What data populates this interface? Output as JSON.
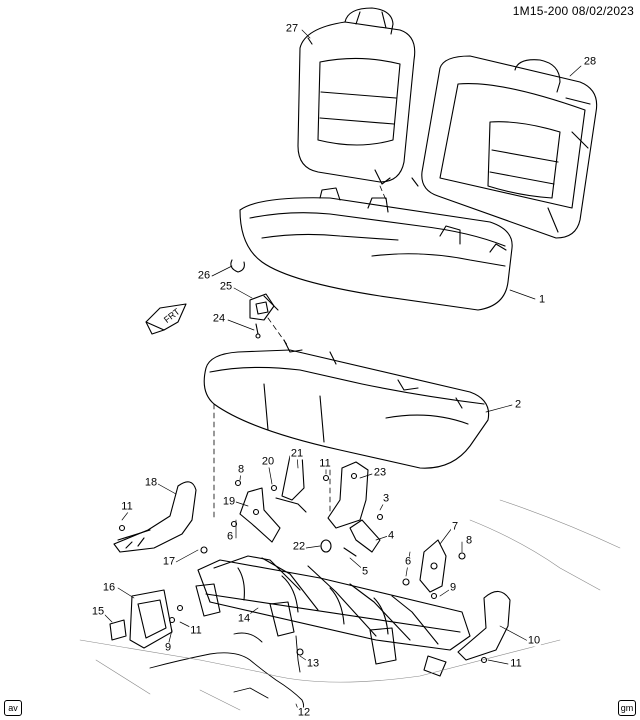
{
  "header": {
    "reference": "1M15-200  08/02/2023"
  },
  "badges": {
    "left": "av",
    "right": "gm"
  },
  "orientation_label": "FRT",
  "callouts": [
    {
      "id": "c27",
      "label": "27"
    },
    {
      "id": "c28",
      "label": "28"
    },
    {
      "id": "c1",
      "label": "1"
    },
    {
      "id": "c26",
      "label": "26"
    },
    {
      "id": "c25",
      "label": "25"
    },
    {
      "id": "c24",
      "label": "24"
    },
    {
      "id": "c2",
      "label": "2"
    },
    {
      "id": "c21",
      "label": "21"
    },
    {
      "id": "c20",
      "label": "20"
    },
    {
      "id": "c8a",
      "label": "8"
    },
    {
      "id": "c11a",
      "label": "11"
    },
    {
      "id": "c23",
      "label": "23"
    },
    {
      "id": "c18",
      "label": "18"
    },
    {
      "id": "c19",
      "label": "19"
    },
    {
      "id": "c3",
      "label": "3"
    },
    {
      "id": "c11b",
      "label": "11"
    },
    {
      "id": "c7",
      "label": "7"
    },
    {
      "id": "c8b",
      "label": "8"
    },
    {
      "id": "c4",
      "label": "4"
    },
    {
      "id": "c22",
      "label": "22"
    },
    {
      "id": "c6a",
      "label": "6"
    },
    {
      "id": "c6b",
      "label": "6"
    },
    {
      "id": "c5",
      "label": "5"
    },
    {
      "id": "c17",
      "label": "17"
    },
    {
      "id": "c9a",
      "label": "9"
    },
    {
      "id": "c16",
      "label": "16"
    },
    {
      "id": "c14",
      "label": "14"
    },
    {
      "id": "c15",
      "label": "15"
    },
    {
      "id": "c11c",
      "label": "11"
    },
    {
      "id": "c9b",
      "label": "9"
    },
    {
      "id": "c10",
      "label": "10"
    },
    {
      "id": "c13",
      "label": "13"
    },
    {
      "id": "c11d",
      "label": "11"
    },
    {
      "id": "c12",
      "label": "12"
    }
  ]
}
